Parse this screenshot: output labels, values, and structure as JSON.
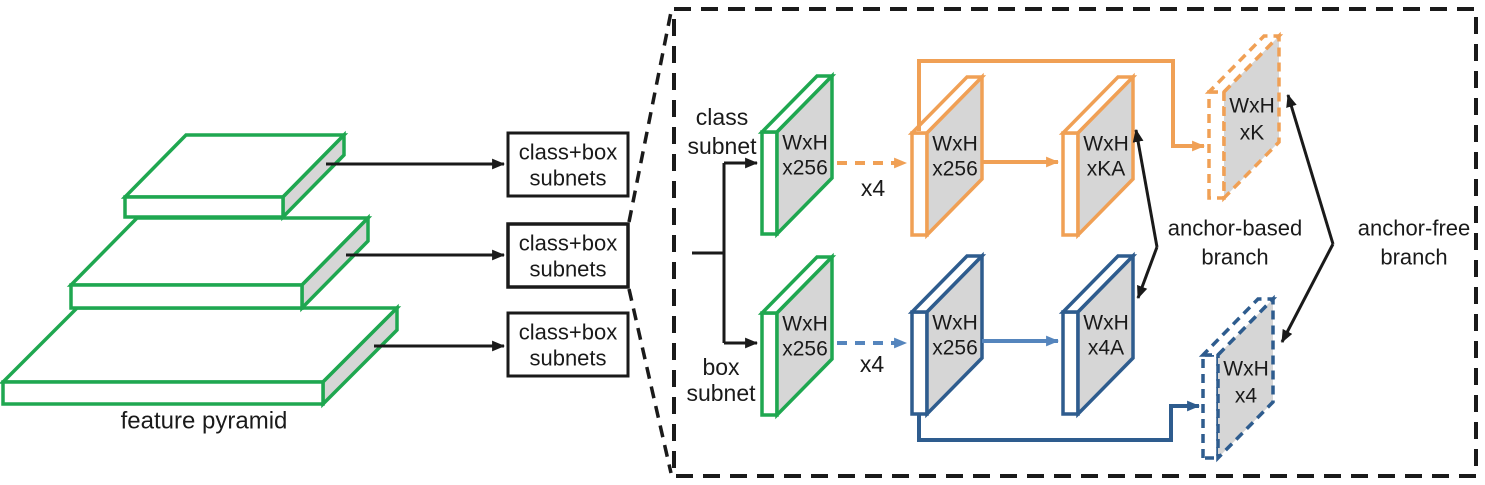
{
  "left_section": {
    "pyramid_label": "feature pyramid",
    "subnet_boxes": [
      {
        "line1": "class+box",
        "line2": "subnets"
      },
      {
        "line1": "class+box",
        "line2": "subnets"
      },
      {
        "line1": "class+box",
        "line2": "subnets"
      }
    ]
  },
  "detail_panel": {
    "class_subnet_label": {
      "line1": "class",
      "line2": "subnet"
    },
    "box_subnet_label": {
      "line1": "box",
      "line2": "subnet"
    },
    "class_row": {
      "input_block": {
        "line1": "WxH",
        "line2": "x256"
      },
      "repeat_label": "x4",
      "conv_block": {
        "line1": "WxH",
        "line2": "x256"
      },
      "output_block": {
        "line1": "WxH",
        "line2": "xKA"
      },
      "anchor_free_block": {
        "line1": "WxH",
        "line2": "xK"
      }
    },
    "box_row": {
      "input_block": {
        "line1": "WxH",
        "line2": "x256"
      },
      "repeat_label": "x4",
      "conv_block": {
        "line1": "WxH",
        "line2": "x256"
      },
      "output_block": {
        "line1": "WxH",
        "line2": "x4A"
      },
      "anchor_free_block": {
        "line1": "WxH",
        "line2": "x4"
      }
    },
    "anchor_based_label": {
      "line1": "anchor-based",
      "line2": "branch"
    },
    "anchor_free_label": {
      "line1": "anchor-free",
      "line2": "branch"
    }
  },
  "colors": {
    "green": "#1fa750",
    "orange": "#f0a055",
    "dark_blue": "#2e5c8e",
    "light_blue": "#5585bd",
    "gray_fill": "#d6d6d6",
    "line_black": "#1a1a1a"
  }
}
